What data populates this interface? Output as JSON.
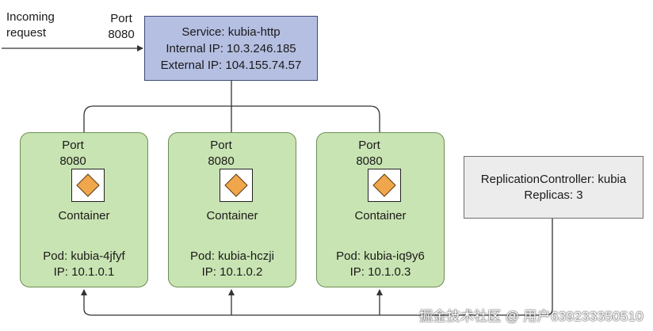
{
  "incoming": {
    "line1": "Incoming",
    "line2": "request"
  },
  "service_port": {
    "line1": "Port",
    "line2": "8080"
  },
  "service": {
    "name": "Service: kubia-http",
    "internal_ip": "Internal IP: 10.3.246.185",
    "external_ip": "External IP: 104.155.74.57"
  },
  "pods": [
    {
      "port_label": "Port",
      "port_number": "8080",
      "container": "Container",
      "pod": "Pod: kubia-4jfyf",
      "ip": "IP: 10.1.0.1"
    },
    {
      "port_label": "Port",
      "port_number": "8080",
      "container": "Container",
      "pod": "Pod: kubia-hczji",
      "ip": "IP: 10.1.0.2"
    },
    {
      "port_label": "Port",
      "port_number": "8080",
      "container": "Container",
      "pod": "Pod: kubia-iq9y6",
      "ip": "IP: 10.1.0.3"
    }
  ],
  "replication_controller": {
    "name": "ReplicationController: kubia",
    "replicas": "Replicas: 3"
  },
  "watermark": "掘金技术社区 @ 用户639233350510",
  "colors": {
    "service_fill": "#b4bfe2",
    "pod_fill": "#c9e4b3",
    "container_diamond": "#f0a64a",
    "rc_fill": "#ececec"
  }
}
